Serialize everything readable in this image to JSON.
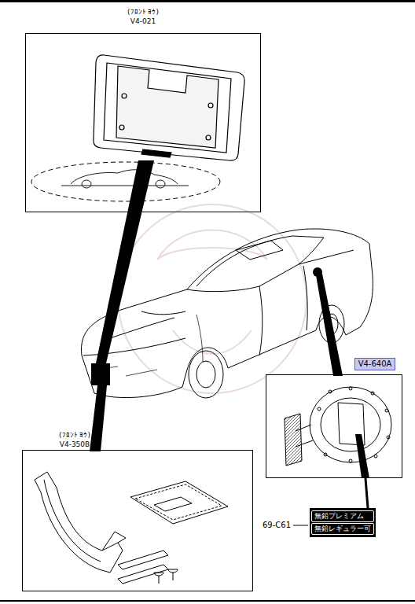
{
  "diagram": {
    "nodes": [
      {
        "text": [
          "(ﾌﾛﾝﾄ ﾖｳ)",
          "V4-021"
        ]
      },
      {
        "text": [
          "V4-640A"
        ]
      },
      {
        "text": [
          "(ﾌﾛﾝﾄ ﾖｳ)",
          "V4-350B"
        ]
      },
      {
        "text": [
          "無鉛プレミアム",
          "無鉛レギュラー可"
        ]
      }
    ],
    "edges": [
      {
        "from": 1,
        "to": 3,
        "arrow": "none"
      }
    ],
    "labels": [
      "69-C61"
    ]
  }
}
